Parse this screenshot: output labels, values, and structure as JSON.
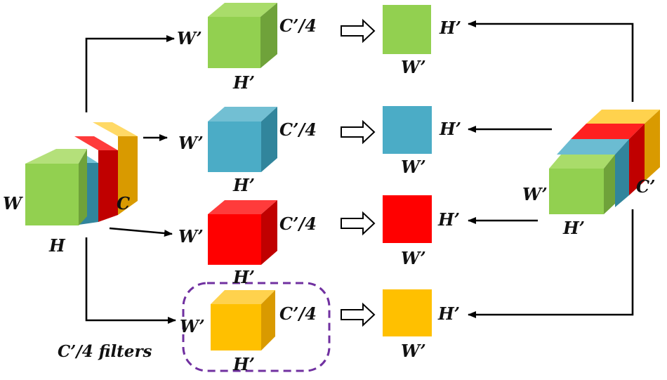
{
  "colors": {
    "green": "#92d050",
    "blue": "#4bacc6",
    "red": "#ff0000",
    "yellow": "#ffc000",
    "dashed_outline": "#7030a0",
    "arrow": "#000000"
  },
  "input_tensor": {
    "dim_w": "W",
    "dim_h": "H",
    "dim_c": "C"
  },
  "branches": [
    {
      "color": "green",
      "cube_w": "W’",
      "cube_c": "C’/4",
      "cube_h": "H’",
      "out_h": "H’",
      "out_w": "W’"
    },
    {
      "color": "blue",
      "cube_w": "W’",
      "cube_c": "C’/4",
      "cube_h": "H’",
      "out_h": "H’",
      "out_w": "W’"
    },
    {
      "color": "red",
      "cube_w": "W’",
      "cube_c": "C’/4",
      "cube_h": "H’",
      "out_h": "H’",
      "out_w": "W’"
    },
    {
      "color": "yellow",
      "cube_w": "W’",
      "cube_c": "C’/4",
      "cube_h": "H’",
      "out_h": "H’",
      "out_w": "W’"
    }
  ],
  "filters_label": "C’/4 filters",
  "output_tensor": {
    "dim_w": "W’",
    "dim_h": "H’",
    "dim_c": "C’"
  }
}
